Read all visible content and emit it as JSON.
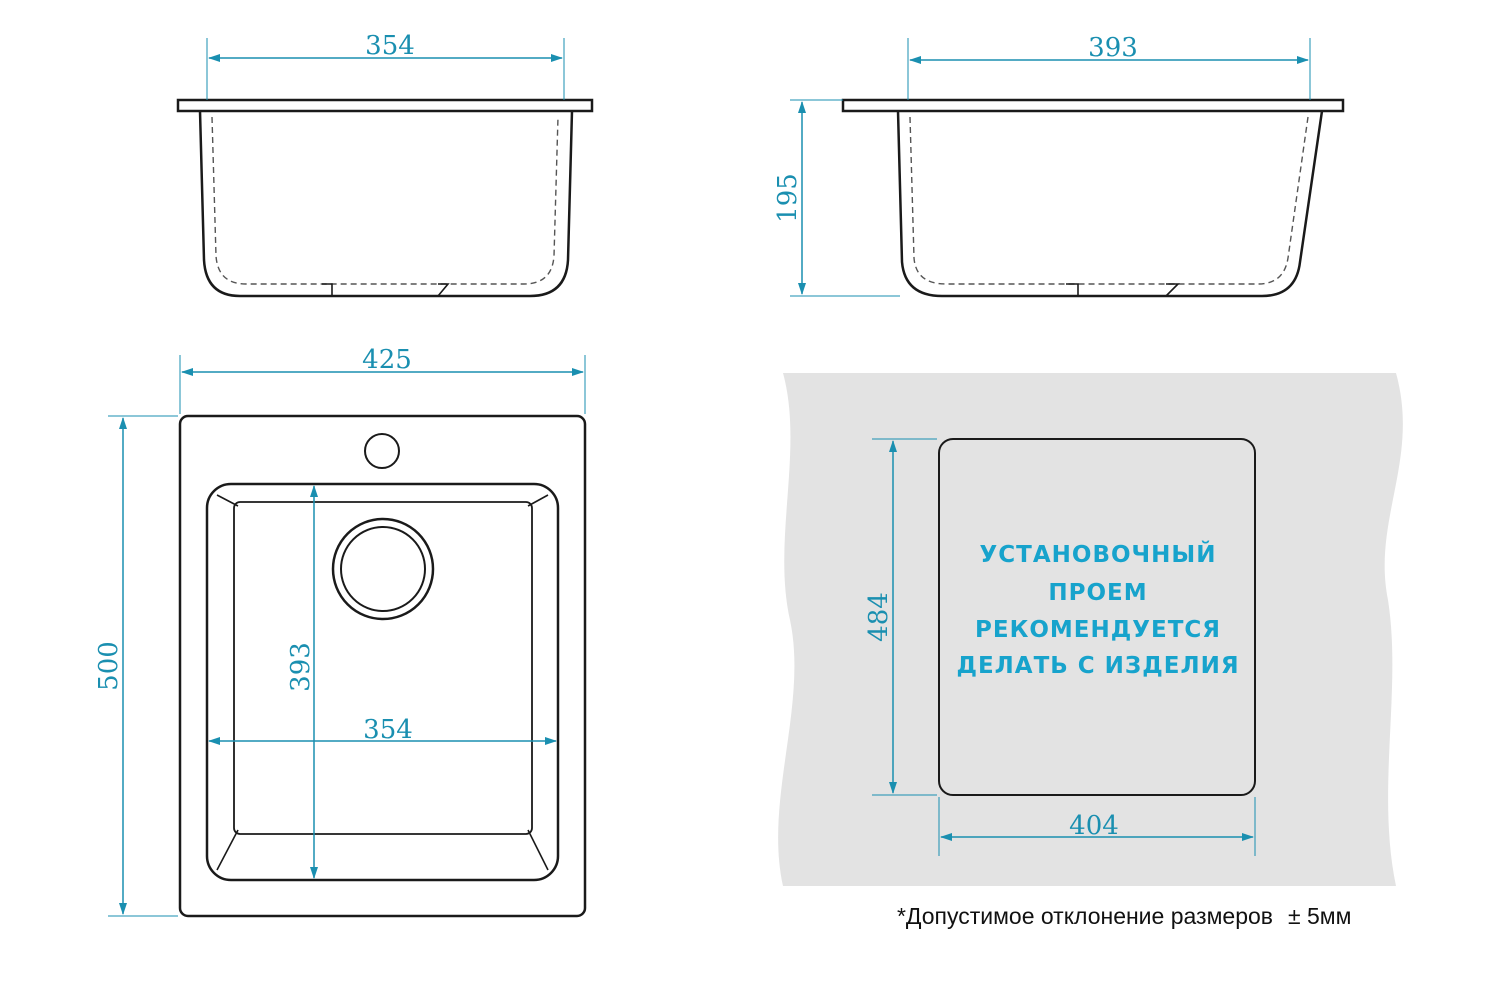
{
  "dimensions": {
    "front_width": "354",
    "side_width": "393",
    "side_height": "195",
    "top_width": "425",
    "top_height": "500",
    "bowl_depth": "393",
    "bowl_width": "354",
    "cutout_height": "484",
    "cutout_width": "404"
  },
  "cutout_note": {
    "line1": "УСТАНОВОЧНЫЙ",
    "line2": "ПРОЕМ",
    "line3": "РЕКОМЕНДУЕТСЯ",
    "line4": "ДЕЛАТЬ С ИЗДЕЛИЯ"
  },
  "footnote": {
    "text": "*Допустимое отклонение размеров",
    "tolerance": "± 5мм"
  },
  "colors": {
    "dimension": "#1a8fb0",
    "note": "#17a3cc",
    "countertop": "#e3e3e3"
  }
}
